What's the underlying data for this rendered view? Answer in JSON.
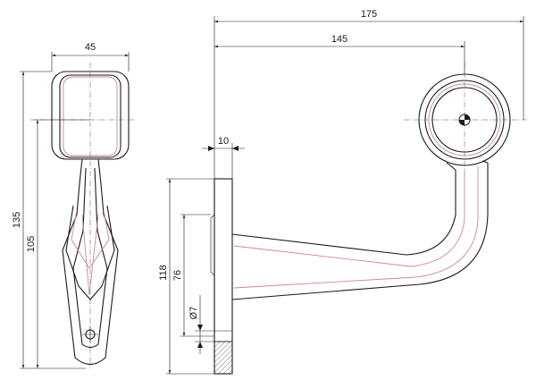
{
  "dimensions": {
    "w45": "45",
    "h135": "135",
    "h105": "105",
    "w175": "175",
    "w145": "145",
    "w10": "10",
    "h118": "118",
    "h76": "76",
    "d7": "Ø7"
  }
}
